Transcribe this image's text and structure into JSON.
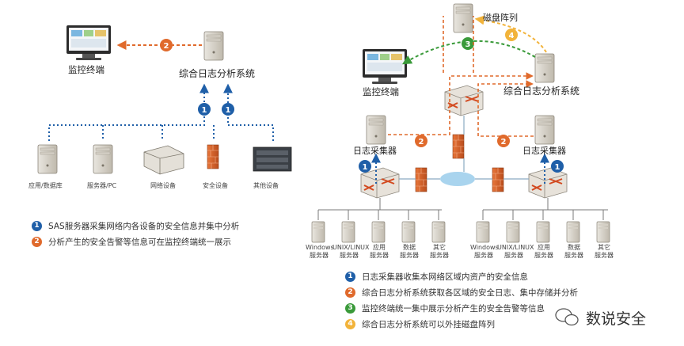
{
  "left": {
    "monitor_label": "监控终端",
    "analysis_label": "综合日志分析系统",
    "devices": [
      {
        "label": "应用/数据库"
      },
      {
        "label": "服务器/PC"
      },
      {
        "label": "网络设备"
      },
      {
        "label": "安全设备"
      },
      {
        "label": "其他设备"
      }
    ],
    "legend": [
      {
        "num": "1",
        "text": "SAS服务器采集网络内各设备的安全信息并集中分析"
      },
      {
        "num": "2",
        "text": "分析产生的安全告警等信息可在监控终端统一展示"
      }
    ]
  },
  "right": {
    "disk_label": "磁盘阵列",
    "monitor_label": "监控终端",
    "analysis_label": "综合日志分析系统",
    "collector_left": "日志采集器",
    "collector_right": "日志采集器",
    "servers_left": [
      {
        "l1": "Windows",
        "l2": "服务器"
      },
      {
        "l1": "UNIX/LINUX",
        "l2": "服务器"
      },
      {
        "l1": "应用",
        "l2": "服务器"
      },
      {
        "l1": "数据",
        "l2": "服务器"
      },
      {
        "l1": "其它",
        "l2": "服务器"
      }
    ],
    "servers_right": [
      {
        "l1": "Windows",
        "l2": "服务器"
      },
      {
        "l1": "UNIX/LINUX",
        "l2": "服务器"
      },
      {
        "l1": "应用",
        "l2": "服务器"
      },
      {
        "l1": "数据",
        "l2": "服务器"
      },
      {
        "l1": "其它",
        "l2": "服务器"
      }
    ],
    "legend": [
      {
        "num": "1",
        "text": "日志采集器收集本网络区域内资产的安全信息"
      },
      {
        "num": "2",
        "text": "综合日志分析系统获取各区域的安全日志、集中存储并分析"
      },
      {
        "num": "3",
        "text": "监控终端统一集中展示分析产生的安全告警等信息"
      },
      {
        "num": "4",
        "text": "综合日志分析系统可以外挂磁盘阵列"
      }
    ]
  },
  "watermark": "数说安全",
  "colors": {
    "blue": "#1f5fa8",
    "orange": "#e06a2c",
    "green": "#3a9a3a",
    "yellow": "#f2b33a",
    "firewall": "#d9622b",
    "cloud": "#a9d4ee"
  }
}
